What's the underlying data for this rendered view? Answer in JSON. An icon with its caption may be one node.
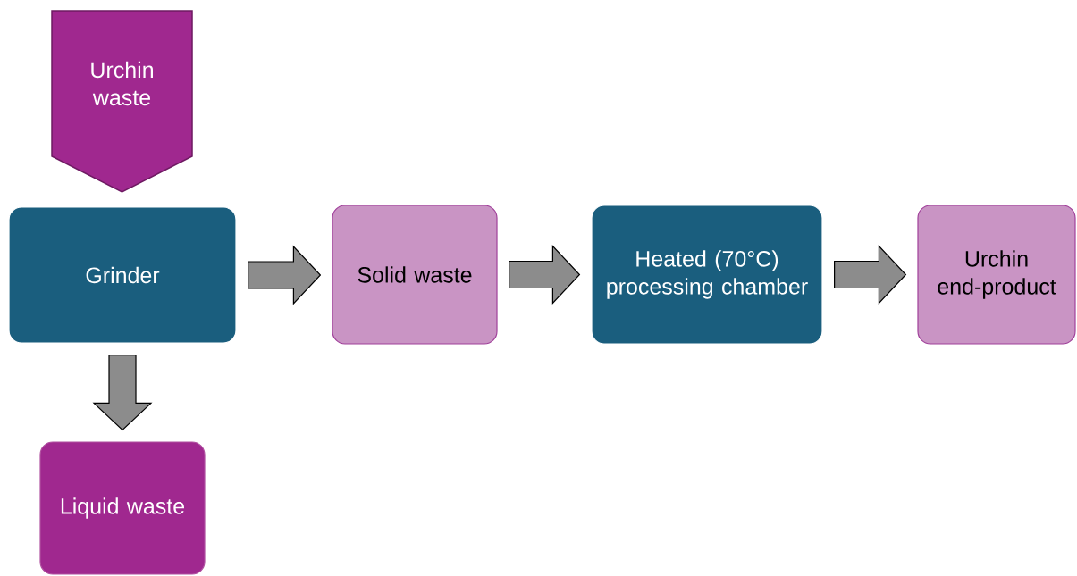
{
  "diagram": {
    "nodes": [
      {
        "text": [
          "Urchin waste"
        ]
      },
      {
        "text": [
          "Grinder"
        ]
      },
      {
        "text": [
          "Solid waste"
        ]
      },
      {
        "text": [
          "Heated (70°C) processing chamber"
        ]
      },
      {
        "text": [
          "Urchin end-product"
        ]
      },
      {
        "text": [
          "Liquid waste"
        ]
      }
    ],
    "edges": [
      {
        "from": 1,
        "to": 2,
        "arrow": "to"
      },
      {
        "from": 2,
        "to": 3,
        "arrow": "to"
      },
      {
        "from": 3,
        "to": 4,
        "arrow": "to"
      },
      {
        "from": 1,
        "to": 5,
        "arrow": "to"
      }
    ]
  }
}
